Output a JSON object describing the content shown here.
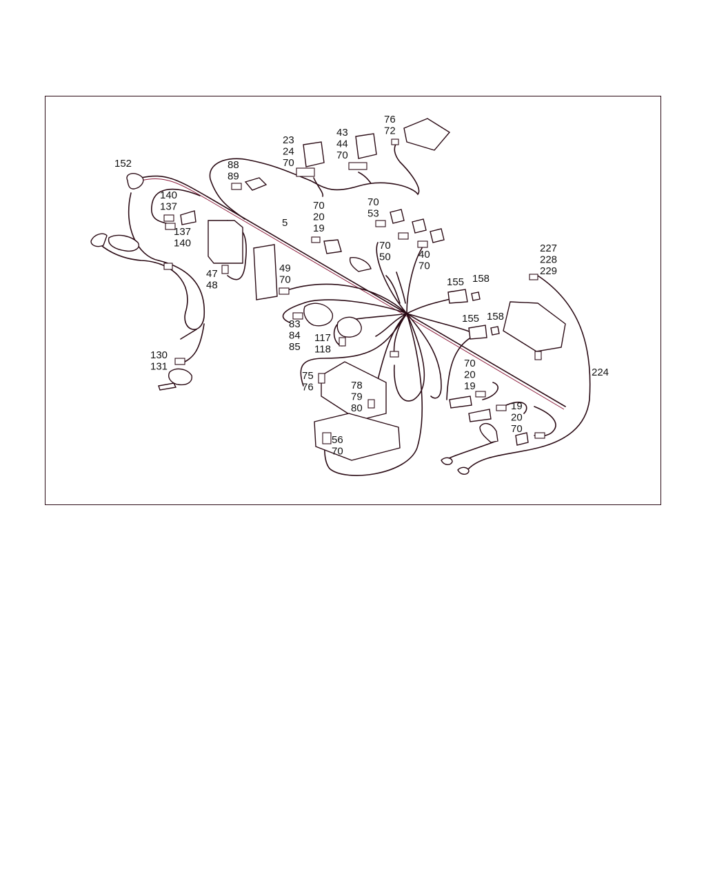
{
  "callouts": [
    {
      "id": "c152",
      "lines": [
        "152"
      ]
    },
    {
      "id": "c88",
      "lines": [
        "88",
        "89"
      ]
    },
    {
      "id": "c23",
      "lines": [
        "23",
        "24",
        "70"
      ]
    },
    {
      "id": "c43",
      "lines": [
        "43",
        "44",
        "70"
      ]
    },
    {
      "id": "c76",
      "lines": [
        "76",
        "72"
      ]
    },
    {
      "id": "c140a",
      "lines": [
        "140",
        "137"
      ]
    },
    {
      "id": "c137b",
      "lines": [
        "137",
        "140"
      ]
    },
    {
      "id": "c5",
      "lines": [
        "5"
      ]
    },
    {
      "id": "c70a",
      "lines": [
        "70",
        "20",
        "19"
      ]
    },
    {
      "id": "c70b",
      "lines": [
        "70",
        "53"
      ]
    },
    {
      "id": "c70c",
      "lines": [
        "70",
        "50"
      ]
    },
    {
      "id": "c40",
      "lines": [
        "40",
        "70"
      ]
    },
    {
      "id": "c227",
      "lines": [
        "227",
        "228",
        "229"
      ]
    },
    {
      "id": "c47",
      "lines": [
        "47",
        "48"
      ]
    },
    {
      "id": "c49",
      "lines": [
        "49",
        "70"
      ]
    },
    {
      "id": "c155a",
      "lines": [
        "155"
      ]
    },
    {
      "id": "c158a",
      "lines": [
        "158"
      ]
    },
    {
      "id": "c155b",
      "lines": [
        "155"
      ]
    },
    {
      "id": "c158b",
      "lines": [
        "158"
      ]
    },
    {
      "id": "c83",
      "lines": [
        "83",
        "84",
        "85"
      ]
    },
    {
      "id": "c117",
      "lines": [
        "117",
        "118"
      ]
    },
    {
      "id": "c130",
      "lines": [
        "130",
        "131"
      ]
    },
    {
      "id": "c75",
      "lines": [
        "75",
        "76"
      ]
    },
    {
      "id": "c78",
      "lines": [
        "78",
        "79",
        "80"
      ]
    },
    {
      "id": "c70d",
      "lines": [
        "70",
        "20",
        "19"
      ]
    },
    {
      "id": "c19",
      "lines": [
        "19",
        "20",
        "70"
      ]
    },
    {
      "id": "c224",
      "lines": [
        "224"
      ]
    },
    {
      "id": "c56",
      "lines": [
        "56",
        "70"
      ]
    }
  ]
}
